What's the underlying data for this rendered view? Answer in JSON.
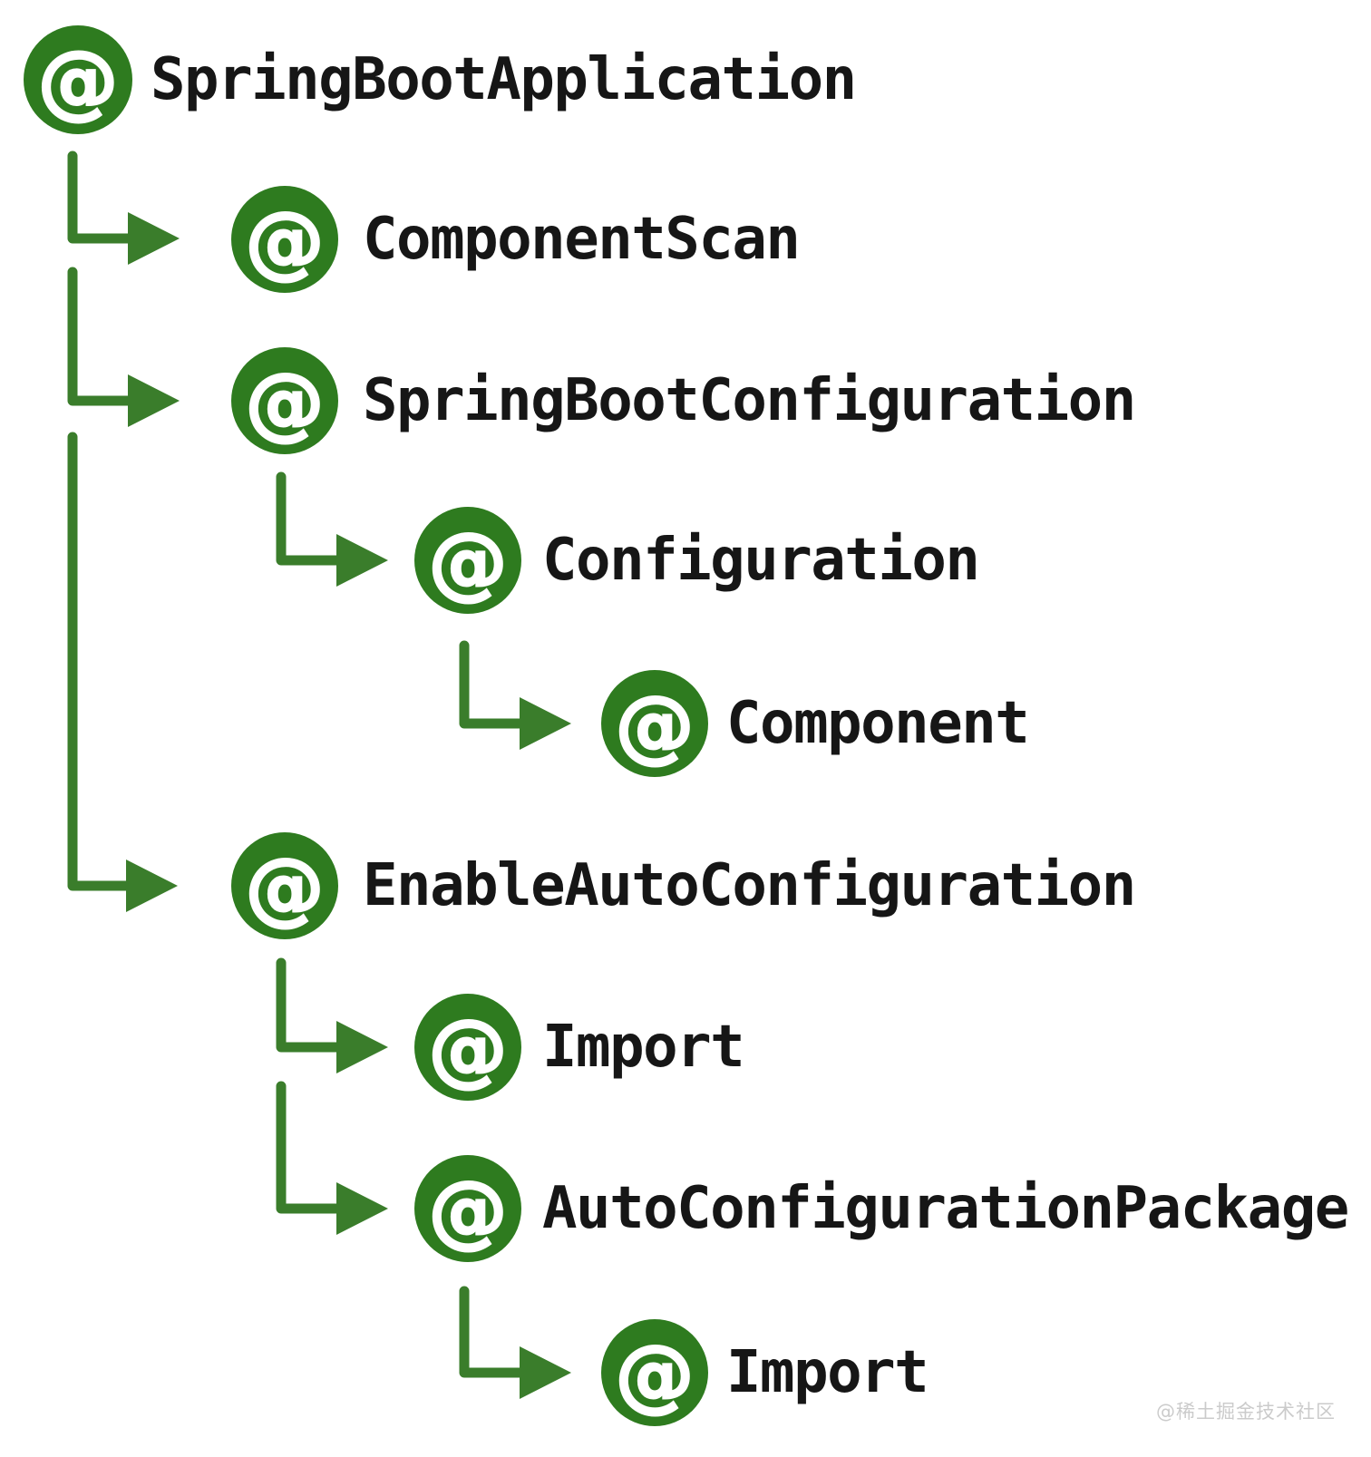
{
  "diagram": {
    "title": "SpringBootApplication annotation hierarchy",
    "type": "tree",
    "tree": {
      "label": "SpringBootApplication",
      "children": [
        {
          "label": "ComponentScan",
          "children": []
        },
        {
          "label": "SpringBootConfiguration",
          "children": [
            {
              "label": "Configuration",
              "children": [
                {
                  "label": "Component",
                  "children": []
                }
              ]
            }
          ]
        },
        {
          "label": "EnableAutoConfiguration",
          "children": [
            {
              "label": "Import",
              "children": []
            },
            {
              "label": "AutoConfigurationPackage",
              "children": [
                {
                  "label": "Import",
                  "children": []
                }
              ]
            }
          ]
        }
      ]
    }
  },
  "nodes": [
    {
      "label": "SpringBootApplication",
      "level": 1
    },
    {
      "label": "ComponentScan",
      "level": 2
    },
    {
      "label": "SpringBootConfiguration",
      "level": 2
    },
    {
      "label": "Configuration",
      "level": 3
    },
    {
      "label": "Component",
      "level": 4
    },
    {
      "label": "EnableAutoConfiguration",
      "level": 2
    },
    {
      "label": "Import",
      "level": 3
    },
    {
      "label": "AutoConfigurationPackage",
      "level": 3
    },
    {
      "label": "Import",
      "level": 4
    }
  ],
  "icon": {
    "name": "at-annotation-icon",
    "glyph": "@"
  },
  "colors": {
    "circle_green": "#2e7b1f",
    "connector_green": "#3a7d2b",
    "text": "#161616",
    "watermark": "#cbcbcb",
    "background": "#ffffff"
  },
  "watermark": {
    "text": "@稀土掘金技术社区"
  }
}
